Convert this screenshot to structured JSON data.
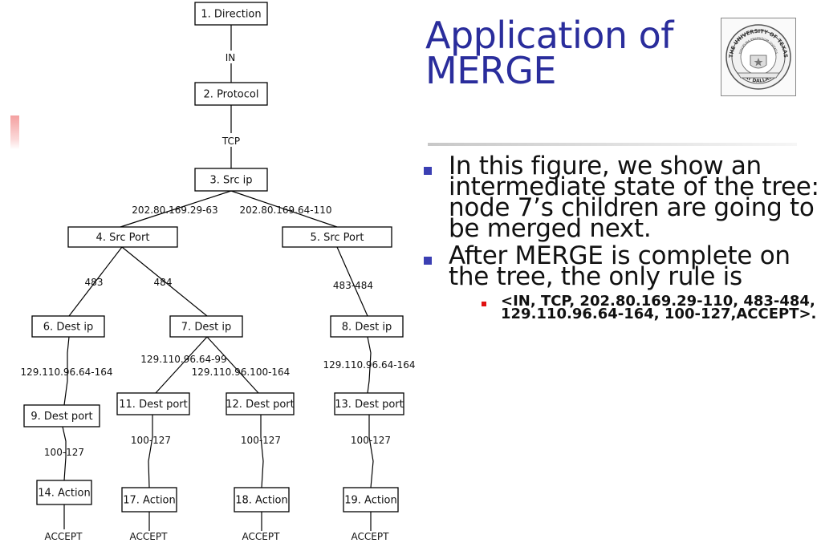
{
  "slide": {
    "title_lines": [
      "Application of",
      "MERGE"
    ],
    "bullets": [
      "In this figure, we show an intermediate state of the tree: node 7’s children are going to be merged next.",
      "After MERGE is complete on the tree, the only rule is"
    ],
    "sub_bullet": "<IN, TCP, 202.80.169.29-110, 483-484, 129.110.96.64-164, 100-127,ACCEPT>.",
    "accent_color": "#2a2d9c",
    "seal_text_top": "THE UNIVERSITY OF TEXAS",
    "seal_text_bottom": "AT DALLAS",
    "seal_banner": "DISCIPLINA PRAESIDIUM CIVITATIS"
  },
  "tree": {
    "nodes": [
      {
        "id": "n1",
        "label": "1. Direction"
      },
      {
        "id": "n2",
        "label": "2. Protocol"
      },
      {
        "id": "n3",
        "label": "3. Src ip"
      },
      {
        "id": "n4",
        "label": "4. Src Port"
      },
      {
        "id": "n5",
        "label": "5. Src Port"
      },
      {
        "id": "n6",
        "label": "6. Dest ip"
      },
      {
        "id": "n7",
        "label": "7. Dest ip"
      },
      {
        "id": "n8",
        "label": "8. Dest ip"
      },
      {
        "id": "n9",
        "label": "9. Dest port"
      },
      {
        "id": "n11",
        "label": "11. Dest port"
      },
      {
        "id": "n12",
        "label": "12. Dest port"
      },
      {
        "id": "n13",
        "label": "13. Dest port"
      },
      {
        "id": "n14",
        "label": "14. Action"
      },
      {
        "id": "n17",
        "label": "17. Action"
      },
      {
        "id": "n18",
        "label": "18. Action"
      },
      {
        "id": "n19",
        "label": "19. Action"
      }
    ],
    "edges": [
      {
        "from": "n1",
        "to": "n2",
        "label": "IN"
      },
      {
        "from": "n2",
        "to": "n3",
        "label": "TCP"
      },
      {
        "from": "n3",
        "to": "n4",
        "label": "202.80.169.29-63"
      },
      {
        "from": "n3",
        "to": "n5",
        "label": "202.80.169.64-110"
      },
      {
        "from": "n4",
        "to": "n6",
        "label": "483"
      },
      {
        "from": "n4",
        "to": "n7",
        "label": "484"
      },
      {
        "from": "n5",
        "to": "n8",
        "label": "483-484"
      },
      {
        "from": "n6",
        "to": "n9",
        "label": "129.110.96.64-164"
      },
      {
        "from": "n7",
        "to": "n11",
        "label": "129.110.96.64-99"
      },
      {
        "from": "n7",
        "to": "n12",
        "label": "129.110.96.100-164"
      },
      {
        "from": "n8",
        "to": "n13",
        "label": "129.110.96.64-164"
      },
      {
        "from": "n9",
        "to": "n14",
        "label": "100-127"
      },
      {
        "from": "n11",
        "to": "n17",
        "label": "100-127"
      },
      {
        "from": "n12",
        "to": "n18",
        "label": "100-127"
      },
      {
        "from": "n13",
        "to": "n19",
        "label": "100-127"
      }
    ],
    "leaves": [
      {
        "id": "a14",
        "under": "n14",
        "label": "ACCEPT"
      },
      {
        "id": "a17",
        "under": "n17",
        "label": "ACCEPT"
      },
      {
        "id": "a18",
        "under": "n18",
        "label": "ACCEPT"
      },
      {
        "id": "a19",
        "under": "n19",
        "label": "ACCEPT"
      }
    ]
  }
}
